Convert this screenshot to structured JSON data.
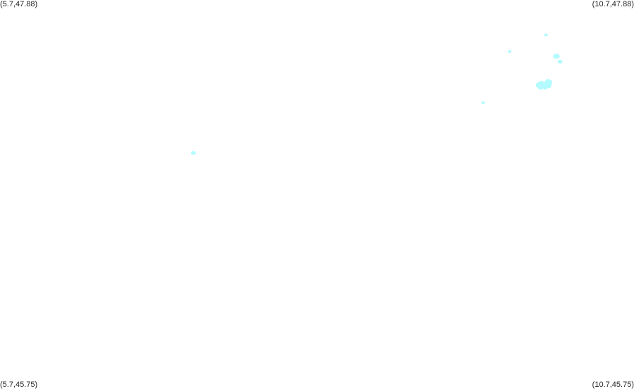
{
  "map": {
    "bounds": {
      "lon_min": 5.7,
      "lon_max": 10.7,
      "lat_min": 45.75,
      "lat_max": 47.88
    },
    "feature_color": "#b3fbff",
    "corner_labels": {
      "top_left": "(5.7,47.88)",
      "top_right": "(10.7,47.88)",
      "bottom_left": "(5.7,45.75)",
      "bottom_right": "(10.7,45.75)"
    },
    "features": [
      {
        "lon": 10.006,
        "lat": 47.689,
        "size": 0.02
      },
      {
        "lon": 9.719,
        "lat": 47.598,
        "size": 0.02
      },
      {
        "lon": 10.088,
        "lat": 47.572,
        "size": 0.04
      },
      {
        "lon": 10.117,
        "lat": 47.542,
        "size": 0.03
      },
      {
        "lon": 9.989,
        "lat": 47.414,
        "size": 0.09,
        "cluster": true
      },
      {
        "lon": 9.51,
        "lat": 47.318,
        "size": 0.02
      },
      {
        "lon": 7.226,
        "lat": 47.043,
        "size": 0.03
      }
    ]
  }
}
